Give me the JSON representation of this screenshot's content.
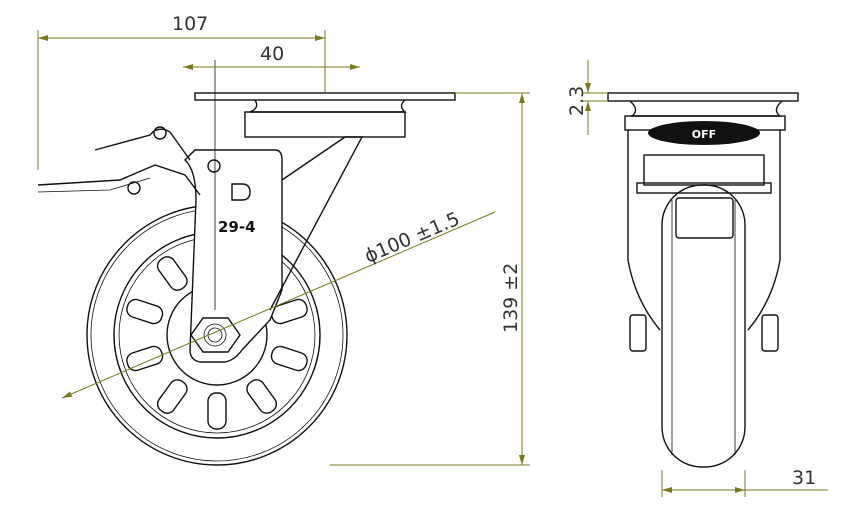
{
  "drawing": {
    "title": "Swivel castor with brake – technical drawing",
    "dimension_color": "#7a7a1e",
    "side_view": {
      "dim_overall_offset": "107",
      "dim_swivel_offset": "40",
      "dim_wheel_diameter": "ϕ100 ±1.5",
      "dim_total_height": "139 ±2",
      "fork_marking": "29-4",
      "logo_letter": "D"
    },
    "front_view": {
      "dim_plate_thickness": "2.3",
      "dim_wheel_width": "31",
      "brake_label": "OFF"
    }
  }
}
